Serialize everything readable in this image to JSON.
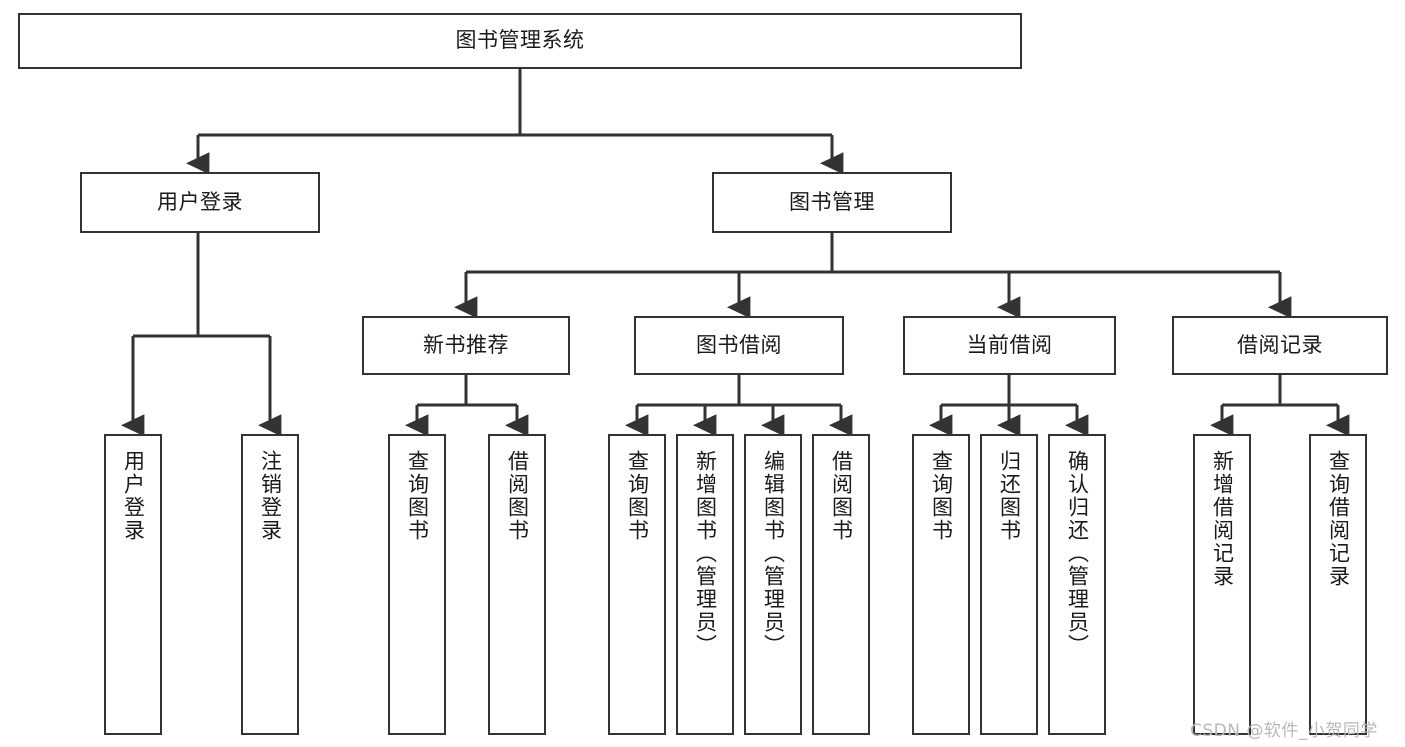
{
  "diagram": {
    "type": "tree-hierarchy",
    "orientation": "top-down",
    "root": {
      "label": "图书管理系统"
    },
    "level2": [
      {
        "label": "用户登录"
      },
      {
        "label": "图书管理"
      }
    ],
    "level3": [
      {
        "label": "新书推荐"
      },
      {
        "label": "图书借阅"
      },
      {
        "label": "当前借阅"
      },
      {
        "label": "借阅记录"
      }
    ],
    "leaves": [
      {
        "label": "用户登录"
      },
      {
        "label": "注销登录"
      },
      {
        "label": "查询图书"
      },
      {
        "label": "借阅图书"
      },
      {
        "label": "查询图书"
      },
      {
        "label": "新增图书（管理员）"
      },
      {
        "label": "编辑图书（管理员）"
      },
      {
        "label": "借阅图书"
      },
      {
        "label": "查询图书"
      },
      {
        "label": "归还图书"
      },
      {
        "label": "确认归还（管理员）"
      },
      {
        "label": "新增借阅记录"
      },
      {
        "label": "查询借阅记录"
      }
    ]
  },
  "watermark": {
    "text": "CSDN @软件_小贺同学"
  },
  "colors": {
    "stroke": "#333333",
    "box_fill": "#ffffff",
    "text": "#1a1a1a",
    "watermark": "#b8b8b8",
    "background": "#ffffff"
  }
}
